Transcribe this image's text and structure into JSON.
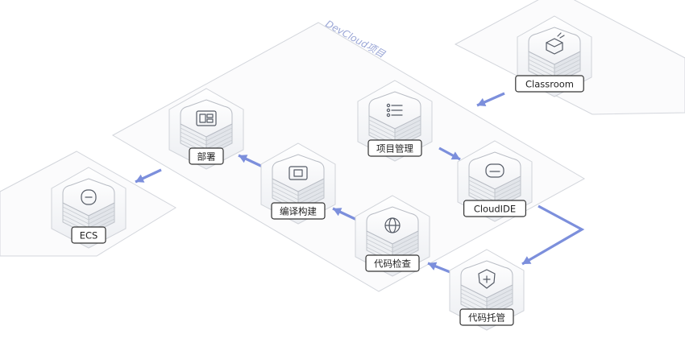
{
  "diagram": {
    "region_label": "DevCloud项目",
    "nodes": [
      {
        "id": "classroom",
        "label": "Classroom",
        "icon": "classroom-book-icon"
      },
      {
        "id": "project-mgmt",
        "label": "项目管理",
        "icon": "task-list-icon"
      },
      {
        "id": "cloudide",
        "label": "CloudIDE",
        "icon": "cloud-ide-icon"
      },
      {
        "id": "code-hosting",
        "label": "代码托管",
        "icon": "shield-code-icon"
      },
      {
        "id": "code-check",
        "label": "代码检查",
        "icon": "globe-check-icon"
      },
      {
        "id": "build",
        "label": "编译构建",
        "icon": "window-build-icon"
      },
      {
        "id": "deploy",
        "label": "部署",
        "icon": "deploy-grid-icon"
      },
      {
        "id": "ecs",
        "label": "ECS",
        "icon": "cloud-server-icon"
      }
    ],
    "colors": {
      "arrow": "#7c8fdc",
      "border": "#d0d3d9",
      "cube_shade": "#e6e8ec",
      "label_text": "#222222",
      "region_text": "#9aa6d6"
    }
  }
}
